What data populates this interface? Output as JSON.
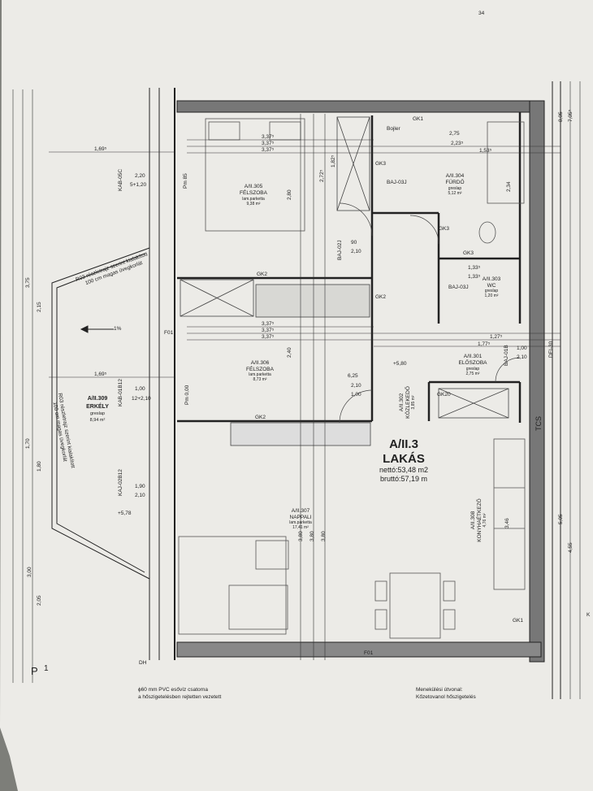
{
  "apartment": {
    "code": "A/II.3",
    "type": "LAKÁS",
    "net_area": "nettó:53,48 m2",
    "gross_area": "bruttó:57,19 m"
  },
  "rooms": {
    "r305": {
      "code": "A/II.305",
      "name": "FÉLSZOBA",
      "floor": "lam.parketta",
      "area": "9,38 m²"
    },
    "r304": {
      "code": "A/II.304",
      "name": "FÜRDŐ",
      "floor": "greslap",
      "area": "5,12 m²"
    },
    "r303": {
      "code": "A/II.303",
      "name": "WC",
      "floor": "greslap",
      "area": "1,20 m²"
    },
    "r306": {
      "code": "A/II.306",
      "name": "FÉLSZOBA",
      "floor": "lam.parketta",
      "area": "8,73 m²"
    },
    "r301": {
      "code": "A/II.301",
      "name": "ELŐSZOBA",
      "floor": "greslap",
      "area": "2,75 m²"
    },
    "r302": {
      "code": "A/II.302",
      "name": "KÖZLEKEDŐ",
      "area": "3,85 m²"
    },
    "r307": {
      "code": "A/II.307",
      "name": "NAPPALI",
      "floor": "lam.parketta",
      "area": "17,41 m²"
    },
    "r308": {
      "code": "A/II.308",
      "name": "KONYHAÉTKEZŐ",
      "area": "4,76 m²"
    },
    "r309": {
      "code": "A/II.309",
      "name": "ERKÉLY",
      "floor": "greslap",
      "area": "8,94 m²"
    }
  },
  "labels": {
    "bojler": "Bojler",
    "slope": "1%",
    "level1": "+5,80",
    "level2": "+5,78",
    "pm1": "Pm 85",
    "pm2": "Pm 0,00",
    "gk1": "GK1",
    "gk2": "GK2",
    "gk3": "GK3",
    "gk20": "GK20",
    "f01": "F01",
    "kab05c": "KAB-05C",
    "kab01b12": "KAB-01B12",
    "kaj02b12": "KAJ-02B12",
    "baj021": "BAJ-02J",
    "baj03j": "BAJ-03J",
    "baj01b": "BAJ-01B",
    "dei30": "DEI-30",
    "baj031": "BAJ-03J",
    "p1": "P",
    "p1n": "1",
    "dh": "DH",
    "tcs": "TCS",
    "k": "K",
    "r03_top": "R03 részletrajz szerint kialakított",
    "r03_top2": "100 cm magas üvegkorlát",
    "r03_left": "R03 részletrajz szerint kialakított",
    "r03_left2": "100 cm magas üvegkorlát",
    "pvc1": "ϕ60 mm PVC esővíz csatorna",
    "pvc2": "a hőszigetelésben rejtetten vezetett",
    "escape1": "Menekülési útvonal:",
    "escape2": "Kőzetovanol hőszigetelés"
  },
  "dimensions": {
    "d337a": "3,37⁵",
    "d337b": "3,37⁵",
    "d337c": "3,37⁵",
    "d169a": "1,69⁵",
    "d169b": "1,69⁵",
    "d220": "2,20",
    "d5120": "5+1,20",
    "d280": "2,80",
    "d272": "2,72⁵",
    "d182": "1,82⁵",
    "d90": "90",
    "d210a": "2,10",
    "d210b": "2,10",
    "d275": "2,75",
    "d223": "2,23⁵",
    "d153": "1,53⁵",
    "d234": "2,34",
    "d133": "1,33⁵",
    "d177": "1,77⁵",
    "d127": "1,27⁵",
    "d100a": "1,00",
    "d1210": "12+2,10",
    "d625": "6,25",
    "d240": "2,40",
    "d380a": "3,80",
    "d380b": "3,80",
    "d380c": "3,80",
    "d190": "1,90",
    "d210c": "2,10",
    "d346": "3,46",
    "d505": "5,05",
    "d455": "4,55",
    "d300": "3,00",
    "d205": "2,05",
    "d180": "1,80",
    "d170": "1,70",
    "d375": "3,75",
    "d215": "2,15",
    "d100b": "1,00",
    "d34": "34",
    "d805": "8,05",
    "d705": "7,05⁵"
  }
}
